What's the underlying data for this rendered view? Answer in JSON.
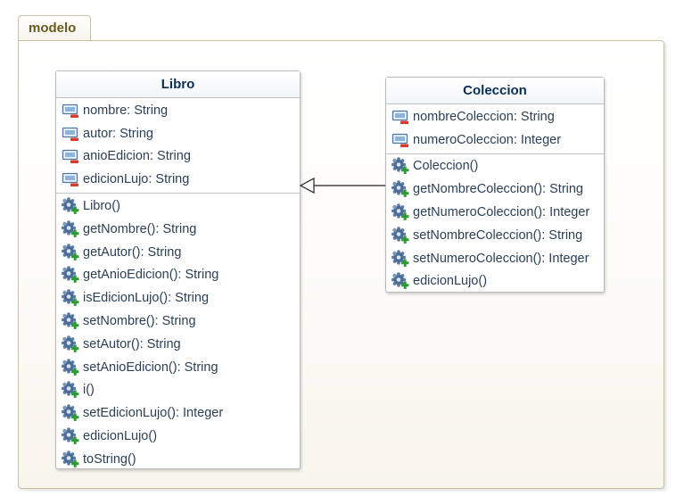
{
  "package": {
    "name": "modelo"
  },
  "classes": {
    "libro": {
      "name": "Libro",
      "attributes": [
        "nombre: String",
        "autor: String",
        "anioEdicion: String",
        "edicionLujo: String"
      ],
      "operations": [
        "Libro()",
        "getNombre(): String",
        "getAutor(): String",
        "getAnioEdicion(): String",
        "isEdicionLujo(): String",
        "setNombre(): String",
        "setAutor(): String",
        "setAnioEdicion(): String",
        "i()",
        "setEdicionLujo(): Integer",
        "edicionLujo()",
        "toString()"
      ]
    },
    "coleccion": {
      "name": "Coleccion",
      "attributes": [
        "nombreColeccion: String",
        "numeroColeccion: Integer"
      ],
      "operations": [
        "Coleccion()",
        "getNombreColeccion(): String",
        "getNumeroColeccion(): Integer",
        "setNombreColeccion(): String",
        "setNumeroColeccion(): Integer",
        "edicionLujo()"
      ]
    }
  },
  "relations": [
    {
      "type": "generalization",
      "from": "Coleccion",
      "to": "Libro"
    }
  ],
  "icons": {
    "attribute": "private-field-icon",
    "operation": "public-method-icon"
  },
  "colors": {
    "class_title": "#0b2f52",
    "package_title": "#6b5a1e",
    "private_marker": "#d93a2b",
    "public_marker": "#2e9a34"
  }
}
